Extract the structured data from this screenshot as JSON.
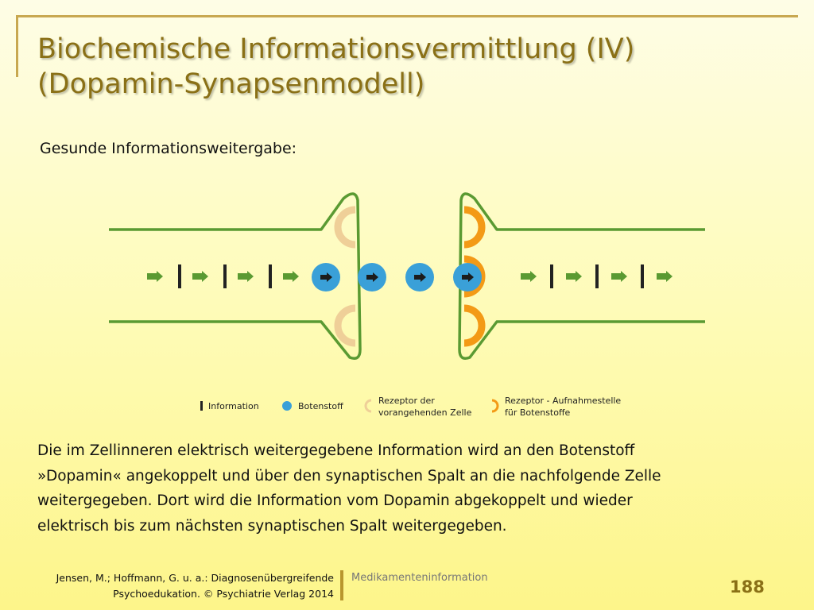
{
  "slide": {
    "title_line1": "Biochemische Informationsvermittlung (IV)",
    "title_line2": "(Dopamin-Synapsenmodell)",
    "subtitle": "Gesunde Informationsweitergabe:",
    "body_line1": "Die im Zellinneren elektrisch weitergegebene Information wird an den Botenstoff",
    "body_line2": "»Dopamin« angekoppelt und über den synaptischen Spalt an die nachfolgende Zelle",
    "body_line3": "weitergegeben. Dort wird die Information vom Dopamin abgekoppelt und wieder",
    "body_line4": "elektrisch bis zum nächsten synaptischen Spalt weitergegeben."
  },
  "legend": {
    "information": "Information",
    "botenstoff": "Botenstoff",
    "rezeptor_vorangehend_line1": "Rezeptor der",
    "rezeptor_vorangehend_line2": "vorangehenden Zelle",
    "rezeptor_aufnahme_line1": "Rezeptor - Aufnahmestelle",
    "rezeptor_aufnahme_line2": "für Botenstoffe"
  },
  "footer": {
    "citation_line1": "Jensen, M.; Hoffmann, G. u. a.:  Diagnosenübergreifende",
    "citation_line2": "Psychoedukation. © Psychiatrie Verlag 2014",
    "section": "Medikamenteninformation",
    "page_number": "188"
  },
  "colors": {
    "title": "#8a7016",
    "membrane": "#5a9a32",
    "arrow": "#5a9a32",
    "botenstoff": "#3aa0d8",
    "receptor_pre": "#efcf98",
    "receptor_post": "#f39a16",
    "info_bar": "#222222"
  },
  "icons": {
    "information": "vertical-bar",
    "botenstoff": "blue-circle-with-arrow",
    "rezeptor": "c-shaped-receptor"
  }
}
